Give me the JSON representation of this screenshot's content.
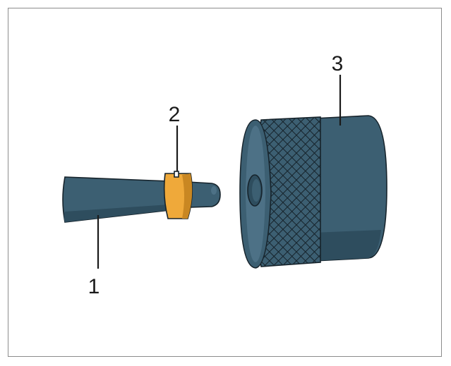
{
  "colors": {
    "part_fill": "#3c5f72",
    "part_shade": "#2e4d5e",
    "part_highlight": "#4d7186",
    "ring_fill": "#efa93a",
    "ring_shade": "#c98722",
    "outline": "#16232b",
    "frame_border": "#8c8c8c",
    "label_text": "#1a1a1a"
  },
  "parts": [
    {
      "id": "part-1",
      "label": "1"
    },
    {
      "id": "part-2",
      "label": "2"
    },
    {
      "id": "part-3",
      "label": "3"
    }
  ]
}
